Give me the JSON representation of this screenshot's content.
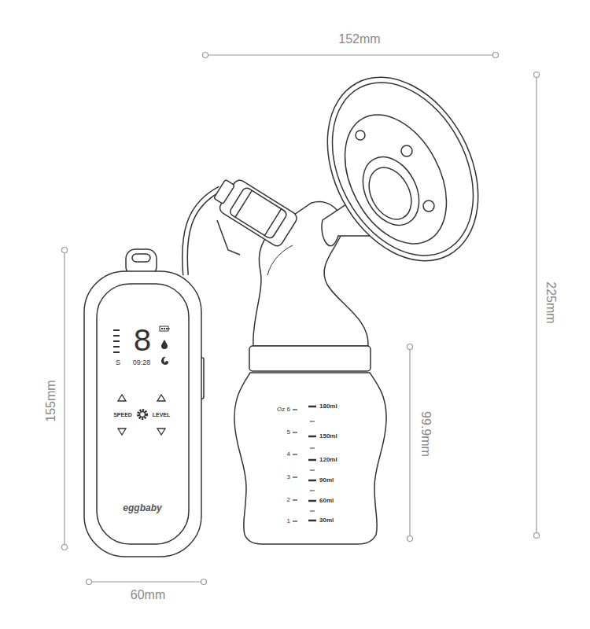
{
  "diagram": {
    "labels": [
      "152mm",
      "225mm",
      "155mm",
      "99.9mm",
      "60mm",
      "8",
      "S",
      "09:28",
      "SPEED",
      "LEVEL",
      "eggbaby",
      "Oz 6",
      "180ml",
      "5",
      "150ml",
      "4",
      "120ml",
      "3",
      "90ml",
      "2",
      "60ml",
      "1",
      "30ml"
    ]
  }
}
